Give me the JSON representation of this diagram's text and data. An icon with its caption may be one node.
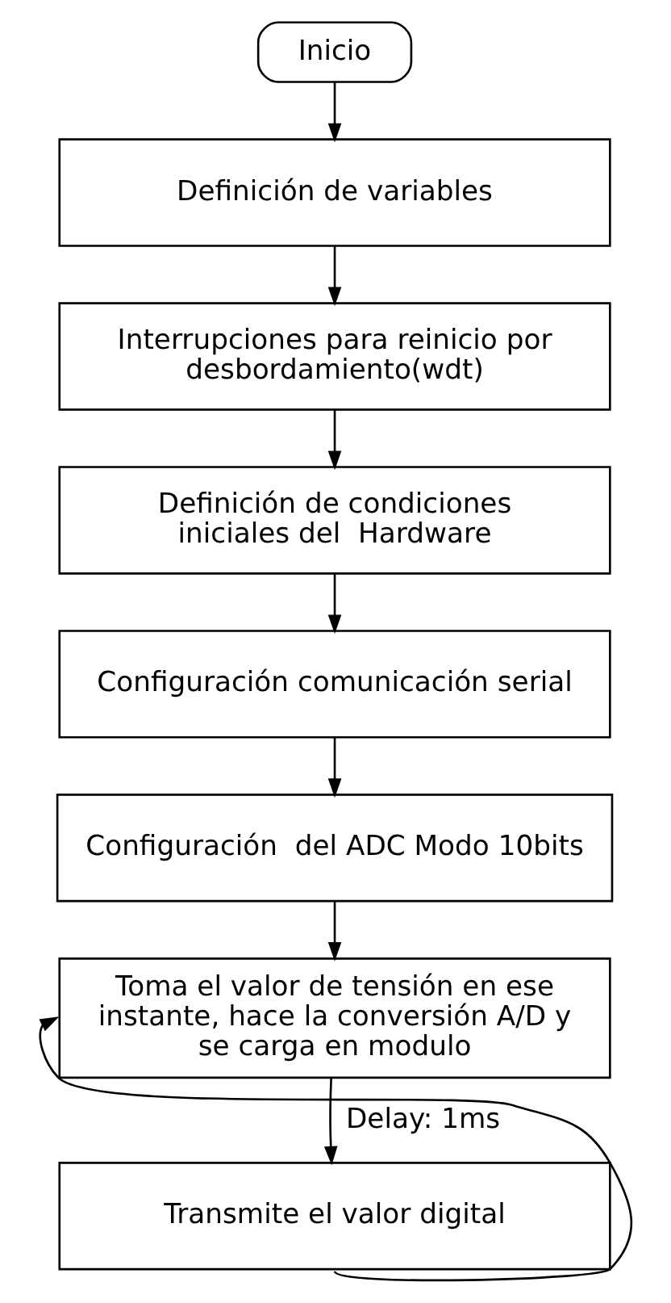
{
  "diagram": {
    "nodes": [
      {
        "text": [
          "Inicio"
        ]
      },
      {
        "text": [
          "Definición de variables"
        ]
      },
      {
        "text": [
          "Interrupciones para reinicio por desbordamiento(wdt)"
        ]
      },
      {
        "text": [
          "Definición de condiciones iniciales del  Hardware"
        ]
      },
      {
        "text": [
          "Configuración comunicación serial"
        ]
      },
      {
        "text": [
          "Configuración  del ADC Modo 10bits"
        ]
      },
      {
        "text": [
          "Toma el valor de tensión en ese instante, hace la conversión A/D y se carga en modulo"
        ]
      },
      {
        "text": [
          "Transmite el valor digital"
        ]
      }
    ],
    "edges": [
      {
        "from": 0,
        "to": 1,
        "arrow": "to"
      },
      {
        "from": 1,
        "to": 2,
        "arrow": "to"
      },
      {
        "from": 2,
        "to": 3,
        "arrow": "to"
      },
      {
        "from": 3,
        "to": 4,
        "arrow": "to"
      },
      {
        "from": 4,
        "to": 5,
        "arrow": "to"
      },
      {
        "from": 5,
        "to": 6,
        "arrow": "to"
      },
      {
        "from": 6,
        "to": 7,
        "arrow": "to",
        "label": "Delay: 1ms"
      },
      {
        "from": 7,
        "to": 6,
        "arrow": "to"
      }
    ]
  }
}
